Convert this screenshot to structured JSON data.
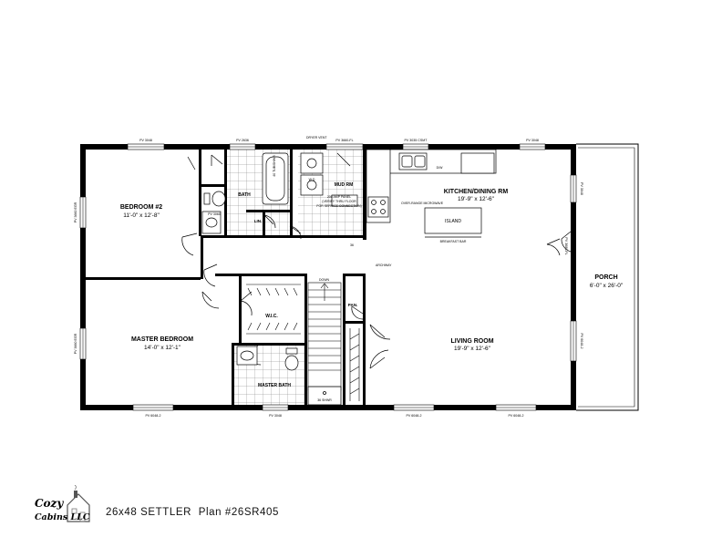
{
  "caption": {
    "model": "26x48 SETTLER",
    "plan": "Plan #26SR405"
  },
  "logo": {
    "line1": "Cozy",
    "line2": "Cabins LLC"
  },
  "rooms": {
    "bedroom2": {
      "name": "BEDROOM #2",
      "dims": "11'-0\" x 12'-8\""
    },
    "master_bedroom": {
      "name": "MASTER BEDROOM",
      "dims": "14'-0\" x 12'-1\""
    },
    "kitchen": {
      "name": "KITCHEN/DINING RM",
      "dims": "19'-9\" x 12'-6\""
    },
    "living": {
      "name": "LIVING ROOM",
      "dims": "19'-9\" x 12'-6\""
    },
    "porch": {
      "name": "PORCH",
      "dims": "6'-0\" x 26'-0\""
    },
    "bath": {
      "name": "BATH"
    },
    "master_bath": {
      "name": "MASTER BATH"
    },
    "mud_rm": {
      "name": "MUD RM"
    },
    "lin": {
      "name": "LIN."
    },
    "wic": {
      "name": "W.I.C."
    },
    "pan": {
      "name": "PAN."
    },
    "island": {
      "name": "ISLAND"
    }
  },
  "notes": {
    "dryer_vent": "DRYER VENT",
    "breakfast_bar": "BREAKFAST BAR",
    "panel": "200 AMP PANEL",
    "panel2": "(VERIFY THRU FLOOR",
    "panel3": "FOR SERVICE CONNECTION)",
    "range": "OVER-RANGE MICROWAVE",
    "archway": "ARCHWAY",
    "down": "DOWN",
    "shower": "36 SHWR",
    "washer_dryer": "W D",
    "dw": "D/W",
    "wd_note": "40 TUB/SHWR",
    "ac": "36"
  },
  "windows": {
    "w_top_1": "PV 3048",
    "w_top_2": "PV 2636",
    "w_top_3": "PV 3660-FL",
    "w_top_4": "PV 3035 CSMT",
    "w_top_5": "PV 3048",
    "w_left_1": "PV 3660 EGR",
    "w_left_2": "PV 3660 EGR",
    "w_bot_1": "PV 6048-2",
    "w_bot_2": "PV 3048",
    "w_bot_3": "PV 6048-2",
    "w_bot_4": "PV 6048-2",
    "w_right_1": "PV 3048",
    "w_right_2": "PV 6048-2",
    "w_right_door": "PV 3680-FL",
    "w_mb": "PV 3060"
  }
}
